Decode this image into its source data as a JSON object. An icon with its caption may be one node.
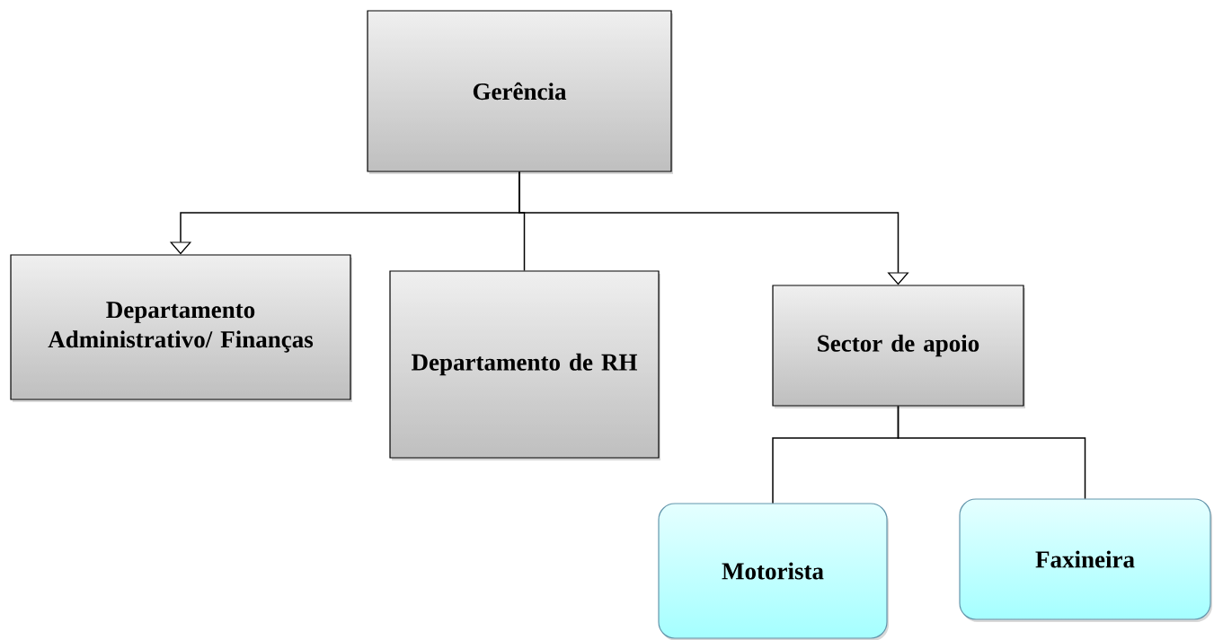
{
  "diagram": {
    "nodes": [
      {
        "text": [
          "Gerência"
        ]
      },
      {
        "text": [
          "Departamento Administrativo/ Finanças"
        ]
      },
      {
        "text": [
          "Departamento de RH"
        ]
      },
      {
        "text": [
          "Sector de apoio"
        ]
      },
      {
        "text": [
          "Motorista"
        ]
      },
      {
        "text": [
          "Faxineira"
        ]
      }
    ],
    "edges": [
      {
        "from": 0,
        "to": 1,
        "arrow": "to"
      },
      {
        "from": 0,
        "to": 2,
        "arrow": "none"
      },
      {
        "from": 0,
        "to": 3,
        "arrow": "to"
      },
      {
        "from": 3,
        "to": 4,
        "arrow": "none"
      },
      {
        "from": 3,
        "to": 5,
        "arrow": "none"
      }
    ]
  }
}
